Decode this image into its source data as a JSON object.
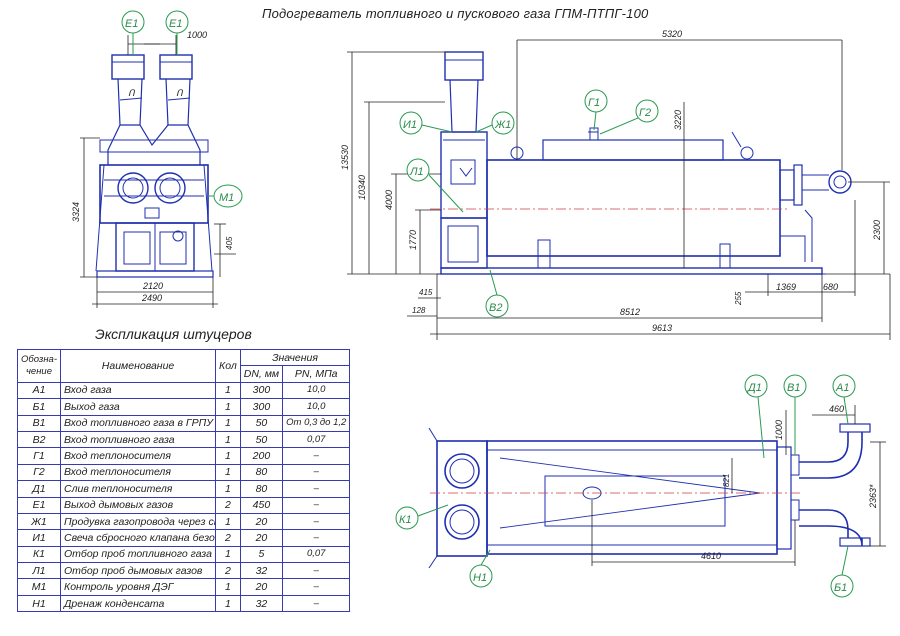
{
  "title": "Подогреватель топливного и пускового газа ГПМ-ПТПГ-100",
  "table_title": "Экспликация штуцеров",
  "table": {
    "headers": {
      "code": "Обозна-чение",
      "name": "Наименование",
      "qty": "Кол",
      "values": "Значения",
      "dn": "DN, мм",
      "pn": "PN, МПа"
    },
    "rows": [
      {
        "code": "А1",
        "name": "Вход газа",
        "qty": "1",
        "dn": "300",
        "pn": "10,0"
      },
      {
        "code": "Б1",
        "name": "Выход газа",
        "qty": "1",
        "dn": "300",
        "pn": "10,0"
      },
      {
        "code": "В1",
        "name": "Вход топливного газа в ГРПУ",
        "qty": "1",
        "dn": "50",
        "pn": "От 0,3 до 1,2"
      },
      {
        "code": "В2",
        "name": "Вход топливного газа",
        "qty": "1",
        "dn": "50",
        "pn": "0,07"
      },
      {
        "code": "Г1",
        "name": "Вход теплоносителя",
        "qty": "1",
        "dn": "200",
        "pn": "–"
      },
      {
        "code": "Г2",
        "name": "Вход теплоносителя",
        "qty": "1",
        "dn": "80",
        "pn": "–"
      },
      {
        "code": "Д1",
        "name": "Слив теплоносителя",
        "qty": "1",
        "dn": "80",
        "pn": "–"
      },
      {
        "code": "Е1",
        "name": "Выход дымовых газов",
        "qty": "2",
        "dn": "450",
        "pn": "–"
      },
      {
        "code": "Ж1",
        "name": "Продувка газопровода через свечу",
        "qty": "1",
        "dn": "20",
        "pn": "–"
      },
      {
        "code": "И1",
        "name": "Свеча сбросного клапана безопасности",
        "qty": "2",
        "dn": "20",
        "pn": "–"
      },
      {
        "code": "К1",
        "name": "Отбор проб топливного газа",
        "qty": "1",
        "dn": "5",
        "pn": "0,07"
      },
      {
        "code": "Л1",
        "name": "Отбор проб дымовых газов",
        "qty": "2",
        "dn": "32",
        "pn": "–"
      },
      {
        "code": "М1",
        "name": "Контроль уровня ДЭГ",
        "qty": "1",
        "dn": "20",
        "pn": "–"
      },
      {
        "code": "Н1",
        "name": "Дренаж конденсата",
        "qty": "1",
        "dn": "32",
        "pn": "–"
      }
    ]
  },
  "dimensions": {
    "d1000_top": "1000",
    "d3324": "3324",
    "d405": "405",
    "d2120": "2120",
    "d2490": "2490",
    "d5320": "5320",
    "d13530": "13530",
    "d10340": "10340",
    "d4000": "4000",
    "d1770": "1770",
    "d3220": "3220",
    "d2300": "2300",
    "d415": "415",
    "d128": "128",
    "d8512": "8512",
    "d9613": "9613",
    "d255": "255",
    "d1369": "1369",
    "d680": "680",
    "d460": "460",
    "d1000_plan": "1000",
    "d821": "821",
    "d2363": "2363*",
    "d4610": "4610"
  },
  "callouts": {
    "e1a": "Е1",
    "e1b": "Е1",
    "m1": "М1",
    "i1": "И1",
    "zh1": "Ж1",
    "l1": "Л1",
    "g1": "Г1",
    "g2": "Г2",
    "v2": "В2",
    "d1": "Д1",
    "v1": "В1",
    "a1": "А1",
    "k1": "К1",
    "n1": "Н1",
    "b1": "Б1"
  },
  "colors": {
    "drawing": "#1f2fb0",
    "callout": "#2a9a50",
    "centerline": "#d04040"
  }
}
